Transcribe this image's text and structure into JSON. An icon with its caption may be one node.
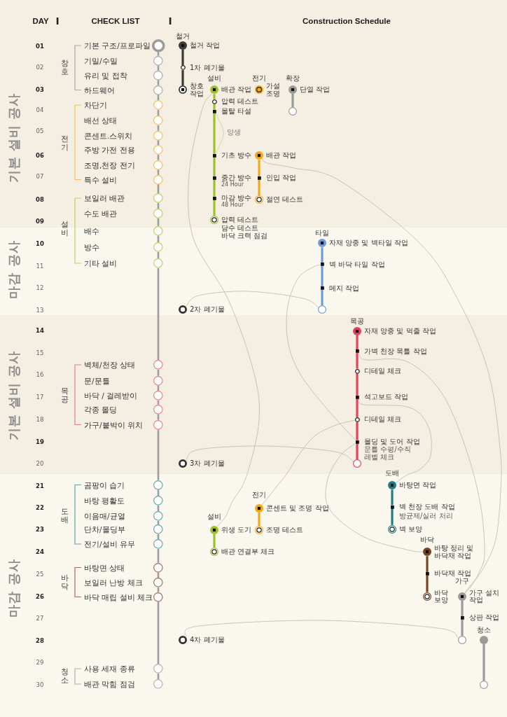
{
  "diagram": {
    "nodes": [
      {
        "text": [],
        "shape": "circle",
        "beside": [
          "철거 작업"
        ]
      },
      {
        "text": [],
        "shape": "circle",
        "beside": [
          "1차 폐기물"
        ]
      },
      {
        "text": [],
        "shape": "circle",
        "beside": [
          "창호 작업"
        ]
      },
      {
        "text": [],
        "shape": "circle",
        "beside": [
          "배관 작업"
        ]
      },
      {
        "text": [],
        "shape": "circle",
        "beside": [
          "압력 테스트"
        ]
      },
      {
        "text": [],
        "shape": "box",
        "beside": [
          "몰탈 타설"
        ]
      },
      {
        "text": [],
        "shape": "box",
        "beside": [
          "기초 방수"
        ]
      },
      {
        "text": [],
        "shape": "box",
        "beside": [
          "중간 방수",
          "24 Hour"
        ]
      },
      {
        "text": [],
        "shape": "box",
        "beside": [
          "마감 방수",
          "48 Hour"
        ]
      },
      {
        "text": [],
        "shape": "circle",
        "beside": [
          "압력 테스트",
          "담수 테스트",
          "바닥 크랙 점검"
        ]
      },
      {
        "text": [],
        "shape": "circle",
        "beside": [
          "가설 조명"
        ]
      },
      {
        "text": [],
        "shape": "circle",
        "beside": [
          "단열 작업"
        ]
      },
      {
        "text": [],
        "shape": "circle"
      },
      {
        "text": [],
        "shape": "circle",
        "beside": [
          "배관 작업"
        ]
      },
      {
        "text": [],
        "shape": "box",
        "beside": [
          "인입 작업"
        ]
      },
      {
        "text": [],
        "shape": "circle",
        "beside": [
          "절연 테스트"
        ]
      },
      {
        "text": [],
        "shape": "circle",
        "beside": [
          "자재 양중 및 벽타일 작업"
        ]
      },
      {
        "text": [],
        "shape": "box",
        "beside": [
          "벽 바닥 타일 작업"
        ]
      },
      {
        "text": [],
        "shape": "box",
        "beside": [
          "메지 작업"
        ]
      },
      {
        "text": [],
        "shape": "circle"
      },
      {
        "text": [],
        "shape": "circle",
        "beside": [
          "2차 폐기물"
        ]
      },
      {
        "text": [],
        "shape": "circle",
        "beside": [
          "자재 양중 및 먹줄 작업"
        ]
      },
      {
        "text": [],
        "shape": "box",
        "beside": [
          "가벽 천장 목틀 작업"
        ]
      },
      {
        "text": [],
        "shape": "circle",
        "beside": [
          "디테일 체크"
        ]
      },
      {
        "text": [],
        "shape": "box",
        "beside": [
          "석고보드 작업"
        ]
      },
      {
        "text": [],
        "shape": "circle",
        "beside": [
          "디테일 체크"
        ]
      },
      {
        "text": [],
        "shape": "box",
        "beside": [
          "몰딩 및 도어 작업",
          "문틀 수평/수직 레벨 체크"
        ]
      },
      {
        "text": [],
        "shape": "circle"
      },
      {
        "text": [],
        "shape": "circle",
        "beside": [
          "3차 폐기물"
        ]
      },
      {
        "text": [],
        "shape": "circle",
        "beside": [
          "바탕면 작업"
        ]
      },
      {
        "text": [],
        "shape": "box",
        "beside": [
          "벽 천장 도배 작업",
          "방균제/실러 처리"
        ]
      },
      {
        "text": [],
        "shape": "circle",
        "beside": [
          "벽 보양"
        ]
      },
      {
        "text": [],
        "shape": "circle",
        "beside": [
          "콘센트 및 조명 작업"
        ]
      },
      {
        "text": [],
        "shape": "circle",
        "beside": [
          "조명 테스트"
        ]
      },
      {
        "text": [],
        "shape": "circle",
        "beside": [
          "위생 도기"
        ]
      },
      {
        "text": [],
        "shape": "circle",
        "beside": [
          "배관 연결부 체크"
        ]
      },
      {
        "text": [],
        "shape": "circle",
        "beside": [
          "바탕 정리 및 바닥재 작업"
        ]
      },
      {
        "text": [],
        "shape": "box",
        "beside": [
          "바닥재 작업"
        ]
      },
      {
        "text": [],
        "shape": "circle",
        "beside": [
          "바닥 보양"
        ]
      },
      {
        "text": [],
        "shape": "circle",
        "beside": [
          "가구 설치 작업"
        ]
      },
      {
        "text": [],
        "shape": "box",
        "beside": [
          "상판 작업"
        ]
      },
      {
        "text": [],
        "shape": "circle"
      },
      {
        "text": [],
        "shape": "circle",
        "beside": [
          "4차 폐기물"
        ]
      },
      {
        "text": [],
        "shape": "circle"
      },
      {
        "text": [],
        "shape": "circle"
      },
      {
        "text": [],
        "shape": "circle"
      },
      {
        "text": [],
        "shape": "circle"
      },
      {
        "text": [],
        "shape": "circle"
      },
      {
        "text": [],
        "shape": "circle"
      },
      {
        "text": [],
        "shape": "circle"
      },
      {
        "text": [],
        "shape": "circle"
      },
      {
        "text": [],
        "shape": "circle"
      },
      {
        "text": [],
        "shape": "circle"
      },
      {
        "text": [],
        "shape": "circle"
      },
      {
        "text": [],
        "shape": "circle"
      },
      {
        "text": [],
        "shape": "circle"
      },
      {
        "text": [],
        "shape": "circle"
      },
      {
        "text": [],
        "shape": "circle"
      },
      {
        "text": [],
        "shape": "circle"
      },
      {
        "text": [],
        "shape": "circle"
      },
      {
        "text": [],
        "shape": "circle"
      },
      {
        "text": [],
        "shape": "circle"
      },
      {
        "text": [],
        "shape": "circle"
      },
      {
        "text": [],
        "shape": "circle"
      },
      {
        "text": [],
        "shape": "circle"
      },
      {
        "text": [],
        "shape": "circle"
      },
      {
        "text": [],
        "shape": "circle"
      },
      {
        "text": [],
        "shape": "circle"
      },
      {
        "text": [],
        "shape": "circle"
      },
      {
        "text": [],
        "shape": "circle"
      },
      {
        "text": [],
        "shape": "circle"
      },
      {
        "text": [],
        "shape": "circle"
      },
      {
        "text": [],
        "shape": "circle"
      },
      {
        "text": [],
        "shape": "circle"
      },
      {
        "text": [],
        "shape": "circle"
      }
    ],
    "edges": [
      {
        "from": 0,
        "to": 1,
        "arrow": "none",
        "color": "#3b3b3b"
      },
      {
        "from": 1,
        "to": 2,
        "arrow": "none",
        "color": "#3b3b3b"
      },
      {
        "from": 3,
        "to": 4,
        "arrow": "none",
        "color": "#9dc12f"
      },
      {
        "from": 4,
        "to": 5,
        "arrow": "none",
        "color": "#9dc12f"
      },
      {
        "from": 5,
        "to": 6,
        "arrow": "none",
        "color": "#9dc12f"
      },
      {
        "from": 6,
        "to": 7,
        "arrow": "none",
        "color": "#9dc12f"
      },
      {
        "from": 7,
        "to": 8,
        "arrow": "none",
        "color": "#9dc12f"
      },
      {
        "from": 8,
        "to": 9,
        "arrow": "none",
        "color": "#9dc12f"
      },
      {
        "from": 11,
        "to": 12,
        "arrow": "none",
        "color": "#9a9a9a"
      },
      {
        "from": 13,
        "to": 14,
        "arrow": "none",
        "color": "#f0a81c"
      },
      {
        "from": 14,
        "to": 15,
        "arrow": "none",
        "color": "#f0a81c"
      },
      {
        "from": 16,
        "to": 17,
        "arrow": "none",
        "color": "#6f9bd6"
      },
      {
        "from": 17,
        "to": 18,
        "arrow": "none",
        "color": "#6f9bd6"
      },
      {
        "from": 18,
        "to": 19,
        "arrow": "none",
        "color": "#6f9bd6"
      },
      {
        "from": 21,
        "to": 22,
        "arrow": "none",
        "color": "#e2415f"
      },
      {
        "from": 22,
        "to": 23,
        "arrow": "none",
        "color": "#e2415f"
      },
      {
        "from": 23,
        "to": 24,
        "arrow": "none",
        "color": "#e2415f"
      },
      {
        "from": 24,
        "to": 25,
        "arrow": "none",
        "color": "#e2415f"
      },
      {
        "from": 25,
        "to": 26,
        "arrow": "none",
        "color": "#e2415f"
      },
      {
        "from": 26,
        "to": 27,
        "arrow": "none",
        "color": "#e2415f"
      },
      {
        "from": 29,
        "to": 30,
        "arrow": "none",
        "color": "#1f7f86"
      },
      {
        "from": 30,
        "to": 31,
        "arrow": "none",
        "color": "#1f7f86"
      },
      {
        "from": 32,
        "to": 33,
        "arrow": "none",
        "color": "#f0a81c"
      },
      {
        "from": 34,
        "to": 35,
        "arrow": "none",
        "color": "#9dc12f"
      },
      {
        "from": 36,
        "to": 37,
        "arrow": "none",
        "color": "#7a4322"
      },
      {
        "from": 37,
        "to": 38,
        "arrow": "none",
        "color": "#7a4322"
      },
      {
        "from": 39,
        "to": 40,
        "arrow": "none",
        "color": "#9a9a9a"
      },
      {
        "from": 40,
        "to": 41,
        "arrow": "none",
        "color": "#9a9a9a"
      },
      {
        "from": 43,
        "to": 44,
        "arrow": "none",
        "color": "#9a9a9a"
      },
      {
        "from": 5,
        "to": 6,
        "arrow": "none",
        "label": "양생",
        "color": "#c3da84"
      },
      {
        "from": 3,
        "to": 34,
        "arrow": "none"
      },
      {
        "from": 13,
        "to": 39,
        "arrow": "none"
      },
      {
        "from": 22,
        "to": 39,
        "arrow": "none"
      },
      {
        "from": 17,
        "to": 26,
        "arrow": "none"
      },
      {
        "from": 26,
        "to": 36,
        "arrow": "none"
      },
      {
        "from": 19,
        "to": 20,
        "arrow": "none"
      },
      {
        "from": 27,
        "to": 28,
        "arrow": "none"
      },
      {
        "from": 41,
        "to": 42,
        "arrow": "none"
      },
      {
        "from": 25,
        "to": 32,
        "arrow": "none"
      },
      {
        "from": 24,
        "to": 29,
        "arrow": "none"
      },
      {
        "from": 45,
        "to": 46,
        "arrow": "none",
        "color": "#9d9d9d"
      },
      {
        "from": 46,
        "to": 47,
        "arrow": "none",
        "color": "#9d9d9d"
      },
      {
        "from": 47,
        "to": 48,
        "arrow": "none",
        "color": "#9d9d9d"
      },
      {
        "from": 48,
        "to": 49,
        "arrow": "none",
        "color": "#9d9d9d"
      },
      {
        "from": 49,
        "to": 50,
        "arrow": "none",
        "color": "#9d9d9d"
      },
      {
        "from": 50,
        "to": 51,
        "arrow": "none",
        "color": "#9d9d9d"
      },
      {
        "from": 51,
        "to": 52,
        "arrow": "none",
        "color": "#9d9d9d"
      },
      {
        "from": 52,
        "to": 53,
        "arrow": "none",
        "color": "#9d9d9d"
      },
      {
        "from": 53,
        "to": 54,
        "arrow": "none",
        "color": "#9d9d9d"
      },
      {
        "from": 54,
        "to": 55,
        "arrow": "none",
        "color": "#9d9d9d"
      },
      {
        "from": 55,
        "to": 56,
        "arrow": "none",
        "color": "#9d9d9d"
      },
      {
        "from": 56,
        "to": 57,
        "arrow": "none",
        "color": "#9d9d9d"
      },
      {
        "from": 57,
        "to": 58,
        "arrow": "none",
        "color": "#9d9d9d"
      },
      {
        "from": 58,
        "to": 59,
        "arrow": "none",
        "color": "#9d9d9d"
      },
      {
        "from": 59,
        "to": 60,
        "arrow": "none",
        "color": "#9d9d9d"
      },
      {
        "from": 60,
        "to": 61,
        "arrow": "none",
        "color": "#9d9d9d"
      },
      {
        "from": 61,
        "to": 62,
        "arrow": "none",
        "color": "#9d9d9d"
      },
      {
        "from": 62,
        "to": 63,
        "arrow": "none",
        "color": "#9d9d9d"
      },
      {
        "from": 63,
        "to": 64,
        "arrow": "none",
        "color": "#9d9d9d"
      },
      {
        "from": 64,
        "to": 65,
        "arrow": "none",
        "color": "#9d9d9d"
      },
      {
        "from": 65,
        "to": 66,
        "arrow": "none",
        "color": "#9d9d9d"
      },
      {
        "from": 66,
        "to": 67,
        "arrow": "none",
        "color": "#9d9d9d"
      },
      {
        "from": 67,
        "to": 68,
        "arrow": "none",
        "color": "#9d9d9d"
      },
      {
        "from": 68,
        "to": 69,
        "arrow": "none",
        "color": "#9d9d9d"
      },
      {
        "from": 69,
        "to": 70,
        "arrow": "none",
        "color": "#9d9d9d"
      },
      {
        "from": 70,
        "to": 71,
        "arrow": "none",
        "color": "#9d9d9d"
      },
      {
        "from": 71,
        "to": 72,
        "arrow": "none",
        "color": "#9d9d9d"
      },
      {
        "from": 72,
        "to": 73,
        "arrow": "none",
        "color": "#9d9d9d"
      },
      {
        "from": 73,
        "to": 74,
        "arrow": "none",
        "color": "#9d9d9d"
      }
    ],
    "labels": [
      "DAY",
      "CHECK LIST",
      "Construction Schedule",
      "기본 설비 공사",
      "마감 공사",
      "기본 설비 공사",
      "마감 공사",
      "01",
      "02",
      "03",
      "04",
      "05",
      "06",
      "07",
      "08",
      "09",
      "10",
      "11",
      "12",
      "13",
      "14",
      "15",
      "16",
      "17",
      "18",
      "19",
      "20",
      "21",
      "22",
      "23",
      "24",
      "25",
      "26",
      "27",
      "28",
      "29",
      "30",
      "창호",
      "기본 구조/프로파일",
      "기밀/수밀",
      "유리 및 접착",
      "하드웨어",
      "전기",
      "차단기",
      "배선 상태",
      "콘센트.스위치",
      "주방 가전 전용",
      "조명,천장 전기",
      "특수 설비",
      "설비",
      "보일러 배관",
      "수도 배관",
      "배수",
      "방수",
      "기타 설비",
      "목공",
      "벽체/천장 상태",
      "문/문틀",
      "바닥 / 걸레받이",
      "각종 몰딩",
      "가구/붙박이 위치",
      "도배",
      "곰팡이 습기",
      "바탕 평활도",
      "이음매/균열",
      "단차/몰딩부",
      "전기/설비 유무",
      "바닥",
      "바탕면 상태",
      "보일러 난방 체크",
      "바닥 매립 설비 체크",
      "청소",
      "사용 세재 종류",
      "배관 막힘 점검",
      "철거",
      "설비",
      "전기",
      "확장",
      "타일",
      "목공",
      "도배",
      "전기",
      "설비",
      "바닥",
      "가구",
      "청소"
    ]
  }
}
